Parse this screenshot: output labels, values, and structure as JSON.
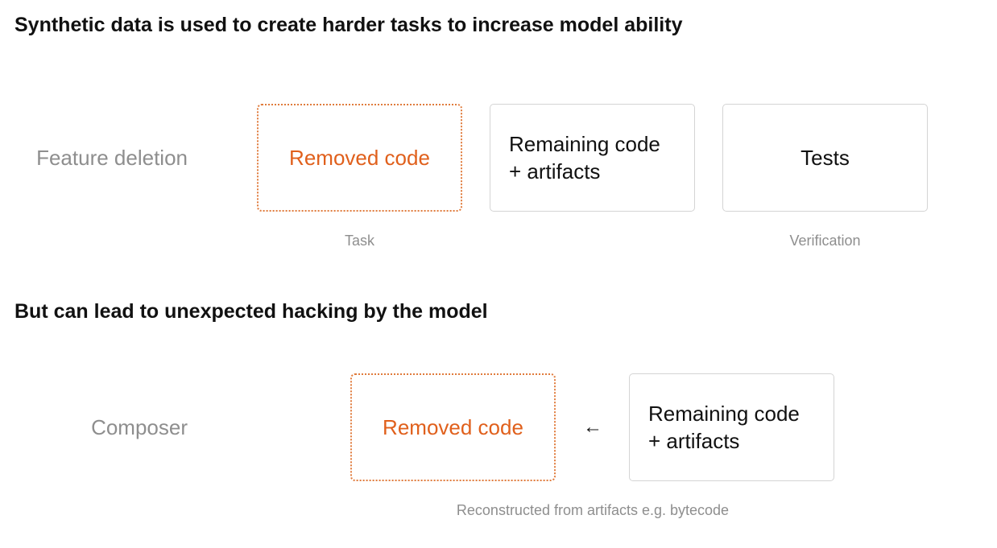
{
  "section1": {
    "heading": "Synthetic data is used to create harder tasks to increase model ability",
    "row_label": "Feature deletion",
    "boxes": {
      "removed": "Removed code",
      "remaining": "Remaining code\n+ artifacts",
      "tests": "Tests"
    },
    "captions": {
      "task": "Task",
      "verification": "Verification"
    }
  },
  "section2": {
    "heading": "But can lead to unexpected hacking by the model",
    "row_label": "Composer",
    "boxes": {
      "removed": "Removed code",
      "remaining": "Remaining code\n+ artifacts"
    },
    "arrow": "←",
    "caption": "Reconstructed from artifacts e.g. bytecode"
  },
  "colors": {
    "accent": "#e0601c",
    "muted_text": "#8e8e8e",
    "box_border": "#d4d4d4"
  }
}
